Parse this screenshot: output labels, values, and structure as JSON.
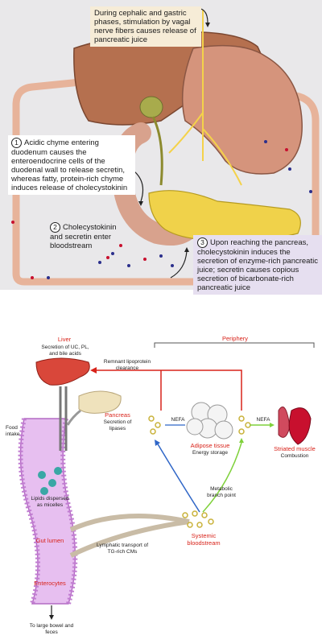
{
  "top_diagram": {
    "callout_vagal": "During cephalic and gastric phases, stimulation by vagal nerve fibers causes release of pancreatic juice",
    "step1": {
      "number": "1",
      "text": "Acidic chyme entering duodenum causes the enteroendocrine cells of the duodenal wall to release secretin, whereas fatty, protein-rich chyme induces release of cholecystokinin"
    },
    "step2": {
      "number": "2",
      "text": "Cholecystokinin and secretin enter bloodstream"
    },
    "step3": {
      "number": "3",
      "text": "Upon reaching the pancreas, cholecystokinin induces the secretion of enzyme-rich pancreatic juice; secretin causes copious secretion of bicarbonate-rich pancreatic juice"
    }
  },
  "bottom_diagram": {
    "liver_title": "Liver",
    "liver_secretion": "Secretion of UC, PL, and bile acids",
    "periphery": "Periphery",
    "remnant": "Remnant lipoprotein clearance",
    "pancreas_title": "Pancreas",
    "pancreas_secretion": "Secretion of lipases",
    "food_intake": "Food intake",
    "lipids": "Lipids dispersed as micelles",
    "nefa_left": "NEFA",
    "nefa_right": "NEFA",
    "adipose_title": "Adipose tissue",
    "adipose_sub": "Energy storage",
    "muscle_title": "Striated muscle",
    "muscle_sub": "Combustion",
    "metabolic": "Metabolic branch point",
    "systemic": "Systemic bloodstream",
    "gut_lumen": "Gut lumen",
    "lymphatic": "Lymphatic transport of TG-rich CMs",
    "enterocytes": "Enterocytes",
    "large_bowel": "To large bowel and feces",
    "colors": {
      "accent_red": "#d8231a",
      "flow_blue": "#2f66c7",
      "flow_green": "#7fd13b"
    }
  }
}
